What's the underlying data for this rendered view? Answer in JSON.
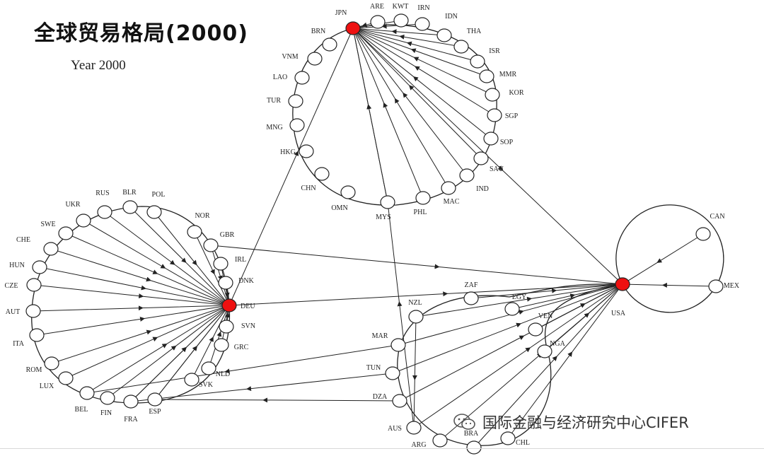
{
  "title": "全球贸易格局(2000)",
  "subtitle": "Year 2000",
  "watermark": "国际金融与经济研究中心CIFER",
  "watermark_icon": "wechat-icon",
  "colors": {
    "hub": "#ee1111",
    "node": "#ffffff",
    "stroke": "#222222"
  },
  "hubs": [
    "JPN",
    "DEU",
    "USA"
  ],
  "clusters": [
    {
      "name": "asia",
      "hub": "JPN",
      "members": [
        "ARE",
        "KWT",
        "IRN",
        "IDN",
        "THA",
        "ISR",
        "MMR",
        "KOR",
        "SGP",
        "SOP",
        "SAU",
        "IND",
        "MAC",
        "PHL",
        "MYS",
        "OMN",
        "CHN",
        "HKG",
        "MNG",
        "TUR",
        "LAO",
        "VNM",
        "BRN"
      ]
    },
    {
      "name": "europe",
      "hub": "DEU",
      "members": [
        "NOR",
        "GBR",
        "IRL",
        "DNK",
        "SVN",
        "GRC",
        "NLD",
        "SVK",
        "ESP",
        "FRA",
        "FIN",
        "BEL",
        "LUX",
        "ROM",
        "ITA",
        "AUT",
        "CZE",
        "HUN",
        "CHE",
        "SWE",
        "UKR",
        "RUS",
        "BLR",
        "POL"
      ]
    },
    {
      "name": "americas",
      "hub": "USA",
      "members": [
        "CAN",
        "MEX"
      ]
    },
    {
      "name": "south",
      "hub": "USA",
      "members": [
        "ZAF",
        "EGY",
        "VEN",
        "NGA",
        "NZL",
        "MAR",
        "TUN",
        "DZA",
        "AUS",
        "ARG",
        "BRA",
        "CHL"
      ]
    }
  ]
}
